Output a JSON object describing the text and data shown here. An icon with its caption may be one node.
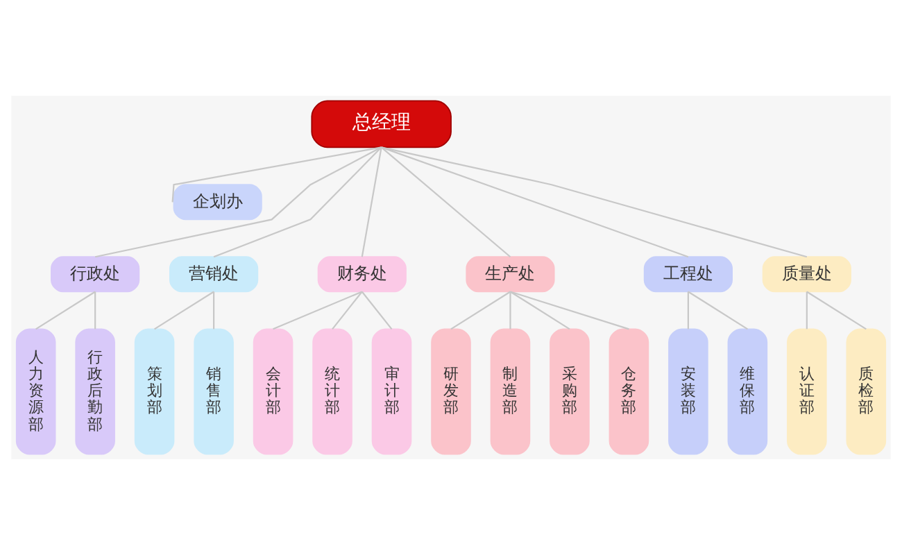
{
  "diagram": {
    "nodes": [
      {
        "text": [
          "总经理"
        ]
      },
      {
        "text": [
          "企划办"
        ]
      },
      {
        "text": [
          "行政处"
        ]
      },
      {
        "text": [
          "营销处"
        ]
      },
      {
        "text": [
          "财务处"
        ]
      },
      {
        "text": [
          "生产处"
        ]
      },
      {
        "text": [
          "工程处"
        ]
      },
      {
        "text": [
          "质量处"
        ]
      },
      {
        "text": [
          "人力资源部"
        ]
      },
      {
        "text": [
          "行政后勤部"
        ]
      },
      {
        "text": [
          "策划部"
        ]
      },
      {
        "text": [
          "销售部"
        ]
      },
      {
        "text": [
          "会计部"
        ]
      },
      {
        "text": [
          "统计部"
        ]
      },
      {
        "text": [
          "审计部"
        ]
      },
      {
        "text": [
          "研发部"
        ]
      },
      {
        "text": [
          "制造部"
        ]
      },
      {
        "text": [
          "采购部"
        ]
      },
      {
        "text": [
          "仓务部"
        ]
      },
      {
        "text": [
          "安装部"
        ]
      },
      {
        "text": [
          "维保部"
        ]
      },
      {
        "text": [
          "认证部"
        ]
      },
      {
        "text": [
          "质检部"
        ]
      }
    ],
    "edges": [
      {
        "from": 0,
        "to": 1,
        "arrow": "none"
      },
      {
        "from": 0,
        "to": 2,
        "arrow": "none"
      },
      {
        "from": 0,
        "to": 3,
        "arrow": "none"
      },
      {
        "from": 0,
        "to": 4,
        "arrow": "none"
      },
      {
        "from": 0,
        "to": 5,
        "arrow": "none"
      },
      {
        "from": 0,
        "to": 6,
        "arrow": "none"
      },
      {
        "from": 0,
        "to": 7,
        "arrow": "none"
      },
      {
        "from": 2,
        "to": 8,
        "arrow": "none"
      },
      {
        "from": 2,
        "to": 9,
        "arrow": "none"
      },
      {
        "from": 3,
        "to": 10,
        "arrow": "none"
      },
      {
        "from": 3,
        "to": 11,
        "arrow": "none"
      },
      {
        "from": 4,
        "to": 12,
        "arrow": "none"
      },
      {
        "from": 4,
        "to": 13,
        "arrow": "none"
      },
      {
        "from": 4,
        "to": 14,
        "arrow": "none"
      },
      {
        "from": 5,
        "to": 15,
        "arrow": "none"
      },
      {
        "from": 5,
        "to": 16,
        "arrow": "none"
      },
      {
        "from": 5,
        "to": 17,
        "arrow": "none"
      },
      {
        "from": 5,
        "to": 18,
        "arrow": "none"
      },
      {
        "from": 6,
        "to": 19,
        "arrow": "none"
      },
      {
        "from": 6,
        "to": 20,
        "arrow": "none"
      },
      {
        "from": 7,
        "to": 21,
        "arrow": "none"
      },
      {
        "from": 7,
        "to": 22,
        "arrow": "none"
      }
    ]
  }
}
